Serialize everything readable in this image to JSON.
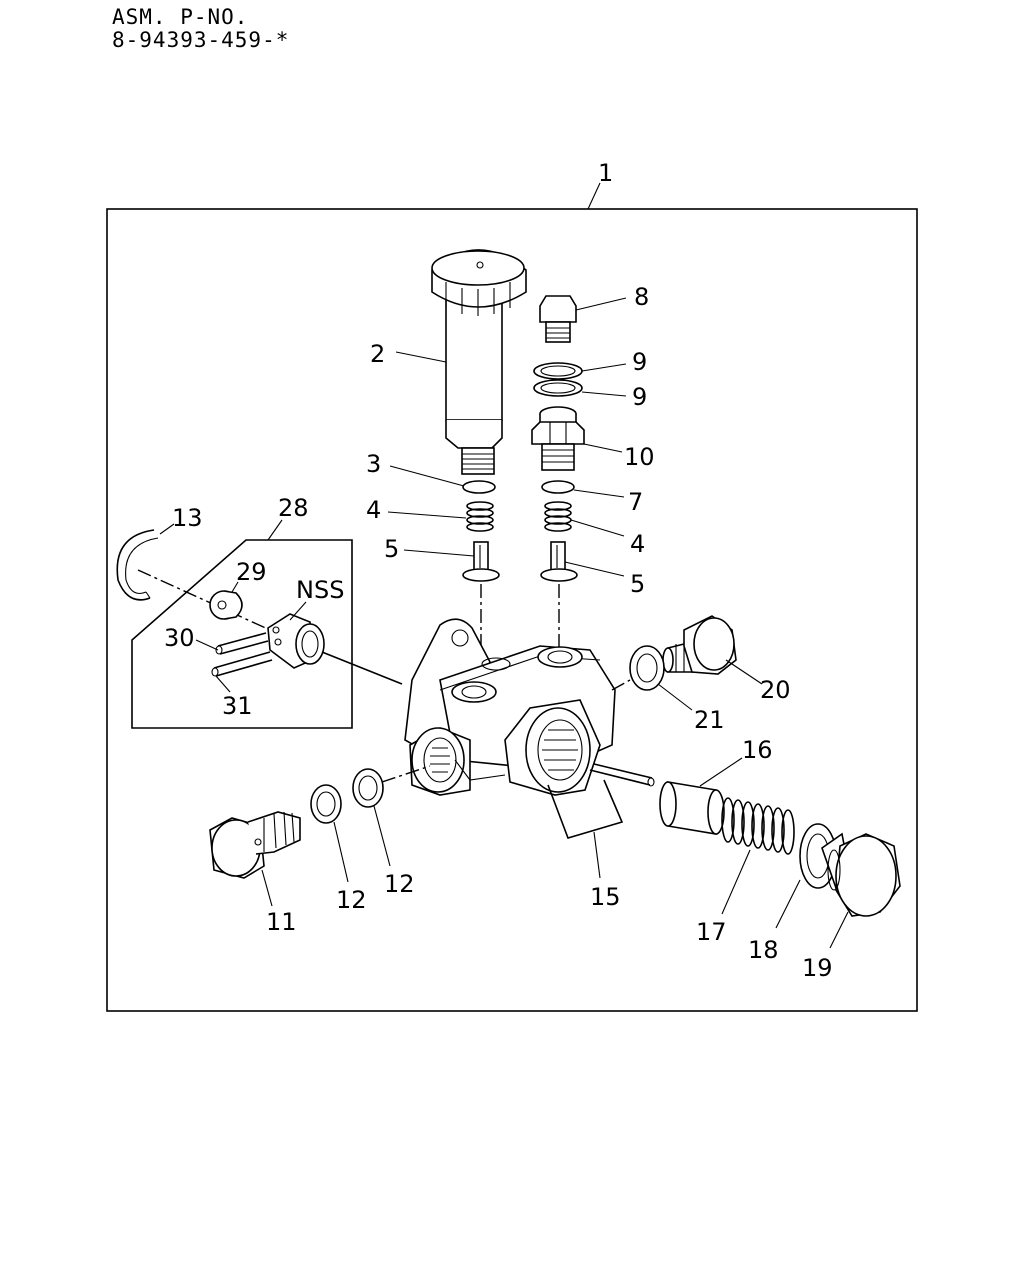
{
  "header": {
    "line1": "ASM. P-NO.",
    "line2": "8-94393-459-*"
  },
  "callouts": {
    "c1": "1",
    "c2": "2",
    "c3": "3",
    "c4a": "4",
    "c4b": "4",
    "c5a": "5",
    "c5b": "5",
    "c7": "7",
    "c8": "8",
    "c9a": "9",
    "c9b": "9",
    "c10": "10",
    "c11": "11",
    "c12a": "12",
    "c12b": "12",
    "c13": "13",
    "c15": "15",
    "c16": "16",
    "c17": "17",
    "c18": "18",
    "c19": "19",
    "c20": "20",
    "c21": "21",
    "c28": "28",
    "c29": "29",
    "c30": "30",
    "c31": "31",
    "nss": "NSS"
  }
}
